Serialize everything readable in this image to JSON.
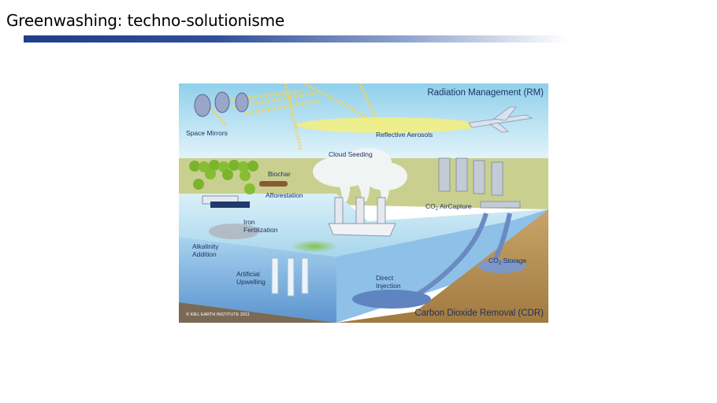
{
  "slide": {
    "title": "Greenwashing: techno-solutionisme"
  },
  "figure": {
    "section_rm": "Radiation Management (RM)",
    "section_cdr": "Carbon Dioxide Removal (CDR)",
    "credit": "© KIEL EARTH INSTITUTE 2011",
    "labels": {
      "space_mirrors": "Space Mirrors",
      "reflective_aerosols": "Reflective Aerosols",
      "cloud_seeding": "Cloud Seeding",
      "biochar": "Biochar",
      "afforestation": "Afforestation",
      "co2_aircapture_pre": "CO",
      "co2_aircapture_sub": "2",
      "co2_aircapture_post": " AirCapture",
      "iron_1": "Iron",
      "iron_2": "Fertilization",
      "alkalinity_1": "Alkalinity",
      "alkalinity_2": "Addition",
      "upwelling_1": "Artificial",
      "upwelling_2": "Upwelling",
      "injection_1": "Direct",
      "injection_2": "Injection",
      "co2_storage_pre": "CO",
      "co2_storage_sub": "2",
      "co2_storage_post": " Storage"
    },
    "colors": {
      "sky": "#bfe3f2",
      "land": "#c7cf8e",
      "ocean_surface": "#cfe9f3",
      "ocean_deep": "#7fb3e0",
      "ground": "#b6935a",
      "label": "#1d2f5e",
      "title_bar": "#1e3f8a"
    }
  }
}
